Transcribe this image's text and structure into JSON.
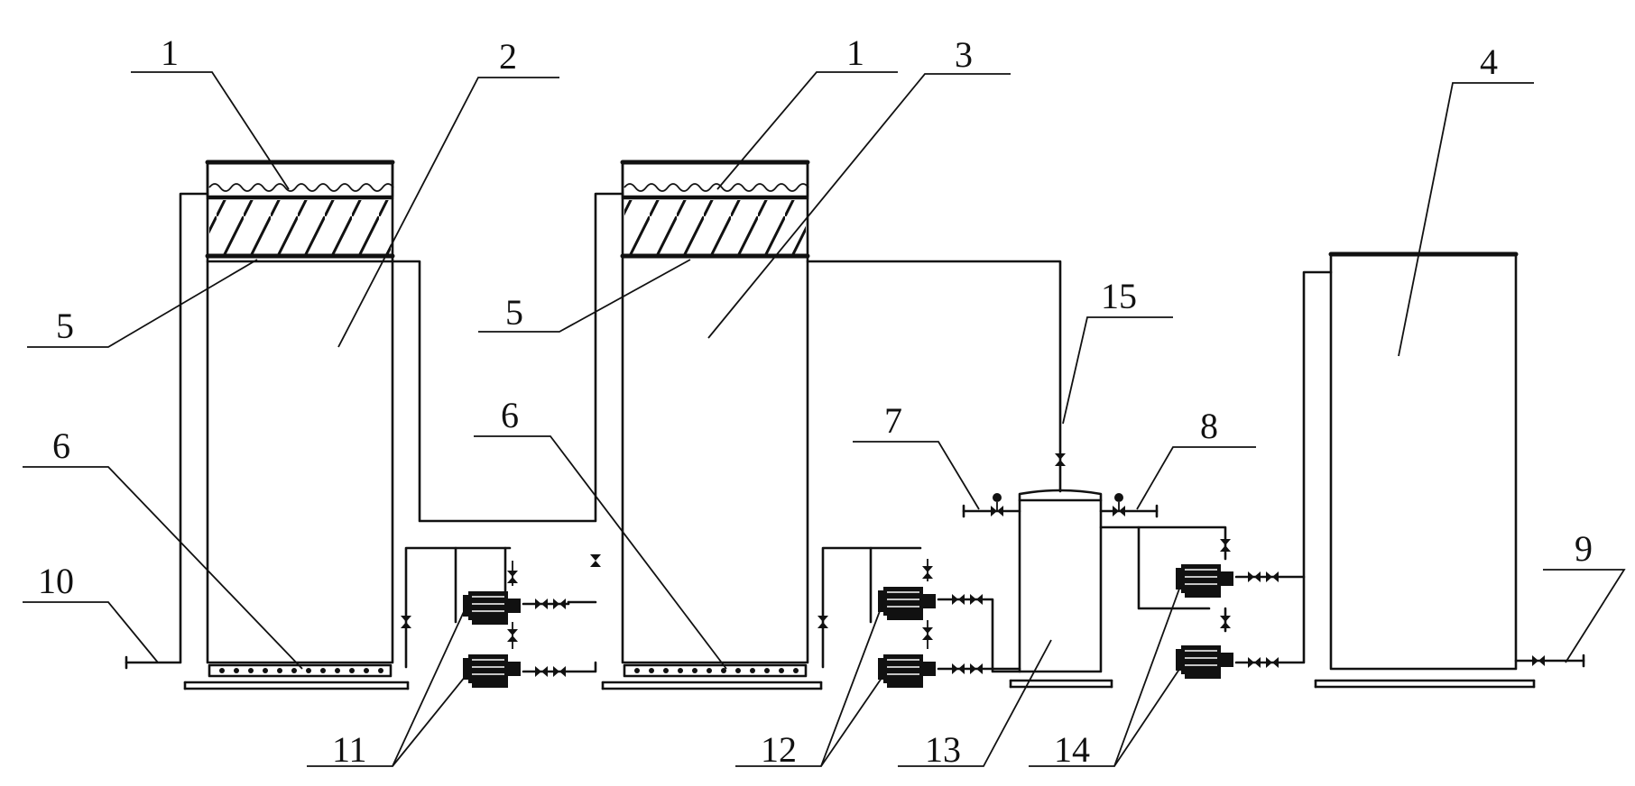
{
  "labels": {
    "l1a": "1",
    "l1b": "1",
    "l2": "2",
    "l3": "3",
    "l4": "4",
    "l5a": "5",
    "l5b": "5",
    "l6a": "6",
    "l6b": "6",
    "l7": "7",
    "l8": "8",
    "l9": "9",
    "l10": "10",
    "l11": "11",
    "l12": "12",
    "l13": "13",
    "l14": "14",
    "l15": "15"
  }
}
